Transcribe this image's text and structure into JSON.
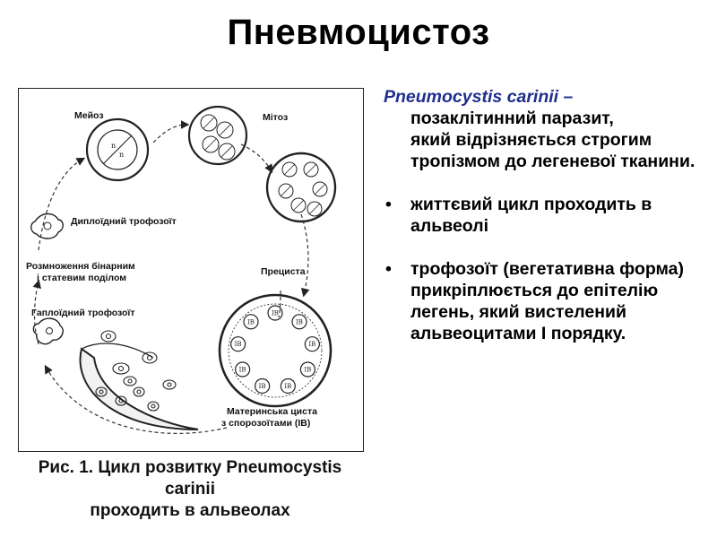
{
  "title": "Пневмоцистоз",
  "figure": {
    "labels": {
      "meiosis": "Мейоз",
      "mitosis": "Мітоз",
      "diploid": "Диплоїдний трофозоїт",
      "reproduction_1": "Розмноження бінарним",
      "reproduction_2": "і статевим поділом",
      "haploid": "Гаплоїдний трофозоїт",
      "precyst": "Прециста",
      "mother_cyst_1": "Материнська циста",
      "mother_cyst_2": "з спорозоїтами (ІВ)"
    },
    "ib_label": "IB",
    "caption_line1": "Рис. 1. Цикл розвитку Pneumocystis carinii",
    "caption_line2": "проходить в альвеолах"
  },
  "text": {
    "species": "Pneumocystis carinii",
    "dash": " –",
    "intro_line1": "позаклітинний паразит,",
    "intro_rest": "який відрізняється строгим тропізмом до легеневої тканини.",
    "bullets": [
      "життєвий цикл проходить в альвеолі",
      " трофозоїт (вегетативна форма) прикріплюється до епітелію легень, який вистелений альвеоцитами І порядку."
    ],
    "bullet_char": "•"
  },
  "colors": {
    "accent": "#1f2f8e"
  }
}
